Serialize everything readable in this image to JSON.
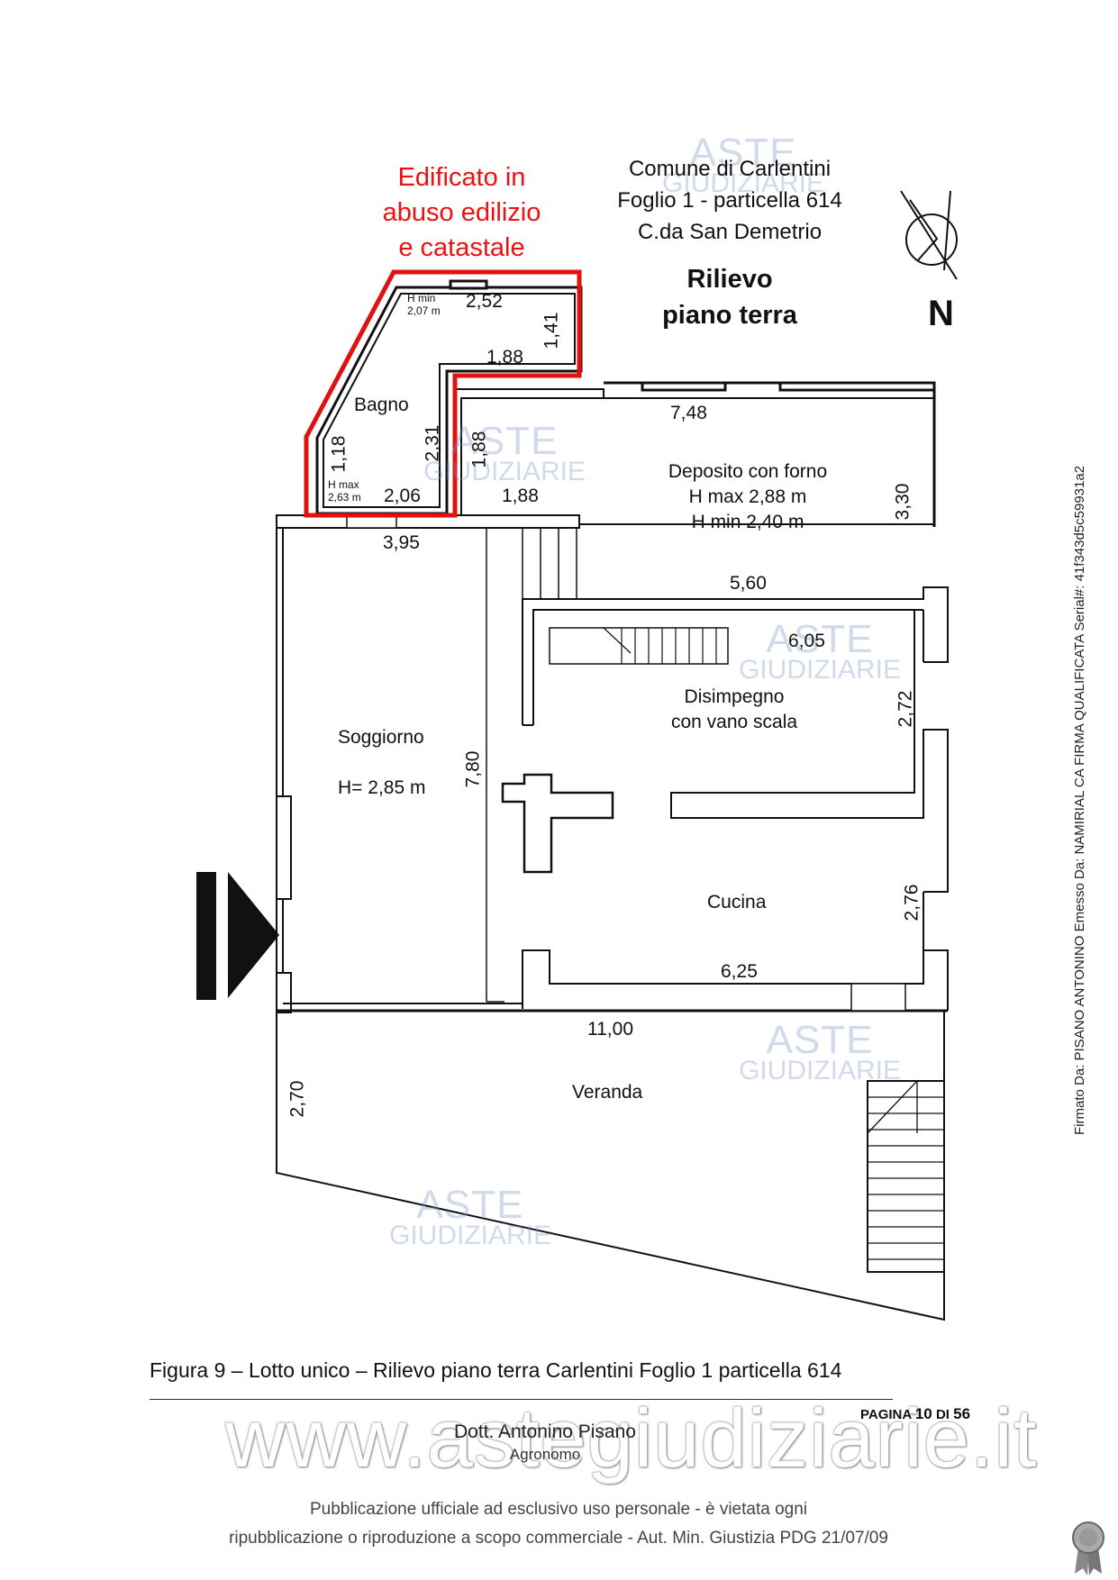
{
  "red_note": [
    "Edificato in",
    "abuso edilizio",
    "e catastale"
  ],
  "title_block": [
    "Comune di Carlentini",
    "Foglio 1 - particella 614",
    "C.da San Demetrio"
  ],
  "survey_title": [
    "Rilievo",
    "piano terra"
  ],
  "north_label": "N",
  "rooms": {
    "bagno": "Bagno",
    "bagno_hmin": [
      "H min",
      "2,07 m"
    ],
    "bagno_hmax": [
      "H max",
      "2,63 m"
    ],
    "deposito": [
      "Deposito con forno",
      "H max 2,88 m",
      "H min 2,40 m"
    ],
    "soggiorno": "Soggiorno",
    "soggiorno_h": "H= 2,85 m",
    "disimpegno": [
      "Disimpegno",
      "con vano scala"
    ],
    "cucina": "Cucina",
    "veranda": "Veranda"
  },
  "dimensions": {
    "d_2_52": "2,52",
    "d_1_41": "1,41",
    "d_1_88_top": "1,88",
    "d_7_48": "7,48",
    "d_2_31": "2,31",
    "d_1_18": "1,18",
    "d_1_88_v": "1,88",
    "d_2_06": "2,06",
    "d_1_88_b": "1,88",
    "d_3_95": "3,95",
    "d_3_30": "3,30",
    "d_5_60": "5,60",
    "d_6_05": "6,05",
    "d_2_72": "2,72",
    "d_7_80": "7,80",
    "d_2_76": "2,76",
    "d_6_25": "6,25",
    "d_11_00": "11,00",
    "d_2_70": "2,70"
  },
  "watermark": {
    "line1": "ASTE",
    "line2": "GIUDIZIARIE"
  },
  "caption": "Figura 9 – Lotto unico – Rilievo piano terra Carlentini Foglio 1 particella 614",
  "page": {
    "prefix": "PAGINA",
    "current": "10",
    "sep": "DI",
    "total": "56"
  },
  "footer_watermark": "www.astegiudiziarie.it",
  "author": "Dott. Antonino Pisano",
  "author_role": "Agronomo",
  "notice": [
    "Pubblicazione ufficiale ad esclusivo uso personale - è vietata ogni",
    "ripubblicazione o riproduzione a scopo commerciale - Aut. Min. Giustizia PDG 21/07/09"
  ],
  "signature": "Firmato Da: PISANO ANTONINO Emesso Da: NAMIRIAL CA FIRMA QUALIFICATA Serial#: 41f343d5c59931a2",
  "colors": {
    "accent_red": "#e11111",
    "watermark_blue": "#7896c8"
  }
}
